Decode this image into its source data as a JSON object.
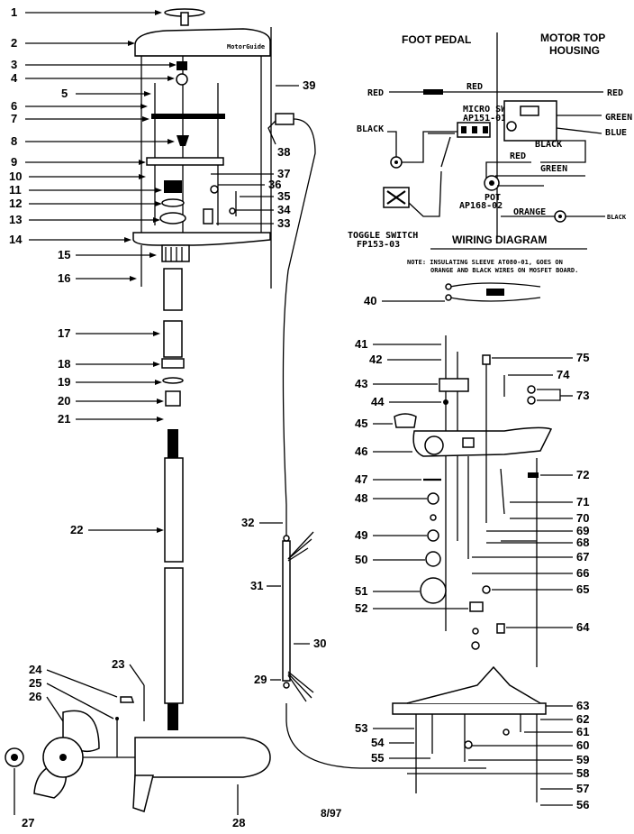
{
  "wiring_diagram": {
    "foot_pedal": "FOOT PEDAL",
    "motor_top_housing_1": "MOTOR TOP",
    "motor_top_housing_2": "HOUSING",
    "red_left": "RED",
    "red_top": "RED",
    "red_right": "RED",
    "micro_sw_1": "MICRO SW",
    "micro_sw_2": "AP151-01",
    "black_left": "BLACK",
    "black_mid": "BLACK",
    "black_small": "BLACK",
    "green_right": "GREEN",
    "green_mid": "GREEN",
    "blue": "BLUE",
    "red_mid": "RED",
    "pot_1": "POT",
    "pot_2": "AP168-02",
    "orange": "ORANGE",
    "toggle_1": "TOGGLE SWITCH",
    "toggle_2": "FP153-03",
    "title": "WIRING DIAGRAM",
    "note_1": "NOTE: INSULATING SLEEVE AT080-01, GOES ON",
    "note_2": "ORANGE AND BLACK WIRES ON MOSFET BOARD."
  },
  "date_code": "8/97",
  "part_numbers": [
    "1",
    "2",
    "3",
    "4",
    "5",
    "6",
    "7",
    "8",
    "9",
    "10",
    "11",
    "12",
    "13",
    "14",
    "15",
    "16",
    "17",
    "18",
    "19",
    "20",
    "21",
    "22",
    "23",
    "24",
    "25",
    "26",
    "27",
    "28",
    "29",
    "30",
    "31",
    "32",
    "33",
    "34",
    "35",
    "36",
    "37",
    "38",
    "39",
    "40",
    "41",
    "42",
    "43",
    "44",
    "45",
    "46",
    "47",
    "48",
    "49",
    "50",
    "51",
    "52",
    "53",
    "54",
    "55",
    "56",
    "57",
    "58",
    "59",
    "60",
    "61",
    "62",
    "63",
    "64",
    "65",
    "66",
    "67",
    "68",
    "69",
    "70",
    "71",
    "72",
    "73",
    "74",
    "75"
  ]
}
